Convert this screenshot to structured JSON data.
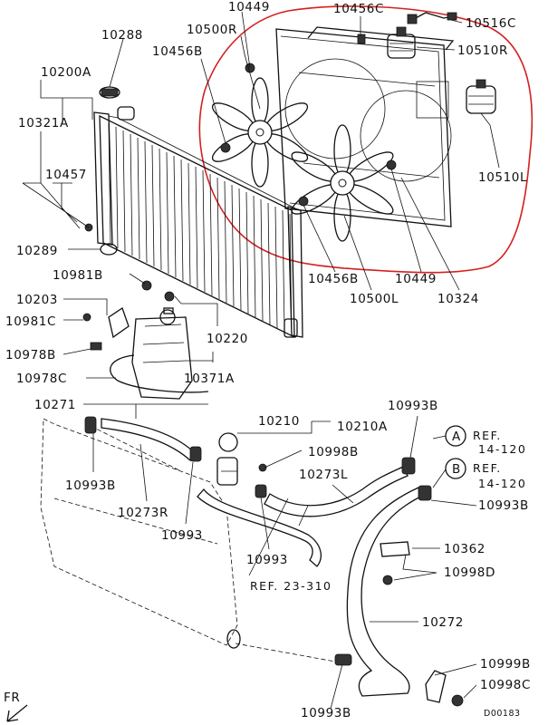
{
  "callouts": {
    "p10288": "10288",
    "p10200A": "10200A",
    "p10321A": "10321A",
    "p10457": "10457",
    "p10289": "10289",
    "p10981B": "10981B",
    "p10203": "10203",
    "p10981C": "10981C",
    "p10978B": "10978B",
    "p10978C": "10978C",
    "p10220": "10220",
    "p10371A": "10371A",
    "p10271": "10271",
    "p10993B_a": "10993B",
    "p10273R": "10273R",
    "p10993_a": "10993",
    "p10210": "10210",
    "p10210A": "10210A",
    "p10998B": "10998B",
    "p10993_b": "10993",
    "p10273L": "10273L",
    "p10993B_b": "10993B",
    "p10993B_c": "10993B",
    "p10362": "10362",
    "p10998D": "10998D",
    "p10272": "10272",
    "p10999B": "10999B",
    "p10998C": "10998C",
    "p10993B_d": "10993B",
    "p10449_top": "10449",
    "p10456C": "10456C",
    "p10516C": "10516C",
    "p10500R": "10500R",
    "p10456B_top": "10456B",
    "p10510R": "10510R",
    "p10510L": "10510L",
    "p10456B_bot": "10456B",
    "p10449_bot": "10449",
    "p10500L": "10500L",
    "p10324": "10324"
  },
  "references": {
    "ref_a_marker": "A",
    "ref_a_text": "REF.",
    "ref_a_page": "14-120",
    "ref_b_marker": "B",
    "ref_b_text": "REF.",
    "ref_b_page": "14-120",
    "ref_23": "REF. 23-310"
  },
  "orientation": "FR",
  "drawing_code": "D00183",
  "highlight_color": "#d42020"
}
